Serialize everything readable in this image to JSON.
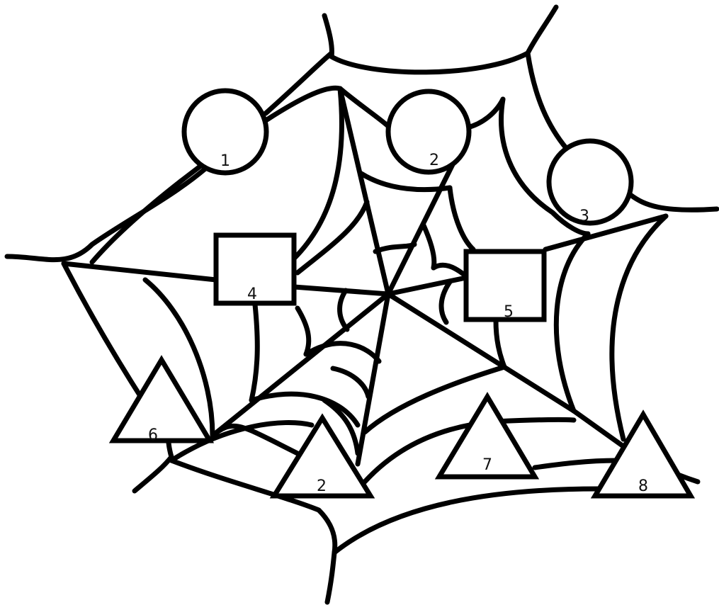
{
  "diagram": {
    "background_color": "#ffffff",
    "line_color": "#000000",
    "web": "spider-web",
    "nodes": [
      {
        "id": "circle-1",
        "shape": "circle",
        "label": "1"
      },
      {
        "id": "circle-2",
        "shape": "circle",
        "label": "2"
      },
      {
        "id": "circle-3",
        "shape": "circle",
        "label": "3"
      },
      {
        "id": "square-4",
        "shape": "square",
        "label": "4"
      },
      {
        "id": "square-5",
        "shape": "square",
        "label": "5"
      },
      {
        "id": "triangle-6",
        "shape": "triangle",
        "label": "6"
      },
      {
        "id": "triangle-2",
        "shape": "triangle",
        "label": "2"
      },
      {
        "id": "triangle-7",
        "shape": "triangle",
        "label": "7"
      },
      {
        "id": "triangle-8",
        "shape": "triangle",
        "label": "8"
      }
    ]
  }
}
